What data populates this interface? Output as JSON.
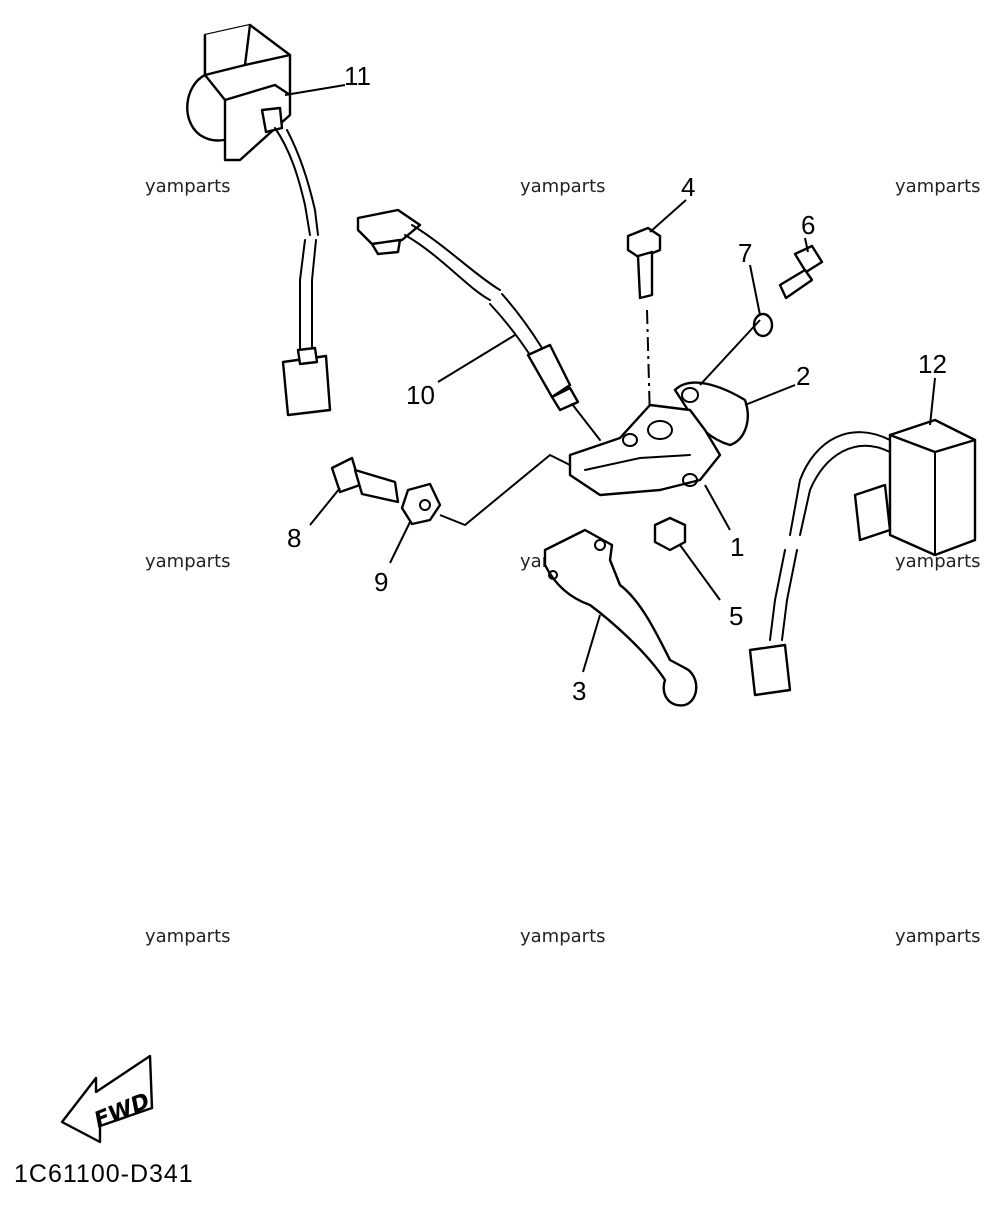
{
  "watermark": "yamparts",
  "callouts": {
    "p1": "1",
    "p2": "2",
    "p3": "3",
    "p4": "4",
    "p5": "5",
    "p6": "6",
    "p7": "7",
    "p8": "8",
    "p9": "9",
    "p10": "10",
    "p11": "11",
    "p12": "12"
  },
  "fwd_label": "FWD",
  "diagram_code": "1C61100-D341"
}
